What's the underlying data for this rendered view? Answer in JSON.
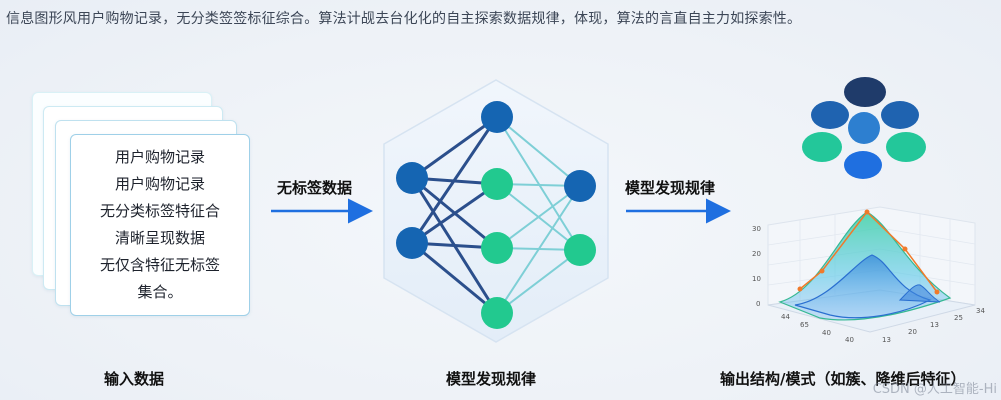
{
  "header": {
    "text": "信息图形风用户购物记录，无分类签签标征综合。算法计觇去台化化的自主探索数据规律，体现，算法的言直自主力如探索性。"
  },
  "input_section": {
    "doc_lines": [
      "用户购物记录",
      "用户购物记录",
      "无分类标签特征合",
      "清晰呈现数据",
      "无仅含特征无标签",
      "集合。"
    ],
    "caption": "输入数据"
  },
  "arrow1": {
    "label": "无标签数据"
  },
  "model_section": {
    "caption": "模型发现规律"
  },
  "arrow2": {
    "label": "模型发现规律"
  },
  "output_section": {
    "caption": "输出结构/模式（如簇、降维后特征）",
    "cluster_colors": [
      "#1f3b6a",
      "#1f63b0",
      "#2d7fd0",
      "#2aa8c4",
      "#23c79a"
    ]
  },
  "plot3d": {
    "z_ticks": [
      "30",
      "20",
      "10",
      "0"
    ],
    "x_ticks": [
      "44",
      "65",
      "40",
      "40"
    ],
    "y_ticks": [
      "13",
      "20",
      "13",
      "25",
      "34"
    ]
  },
  "colors": {
    "node_dark": "#1565b2",
    "node_green": "#22c98f",
    "arrow_blue": "#1f6fe0",
    "hex_fill": "#eaf2fa"
  },
  "watermark": "CSDN @人工智能-Hi"
}
